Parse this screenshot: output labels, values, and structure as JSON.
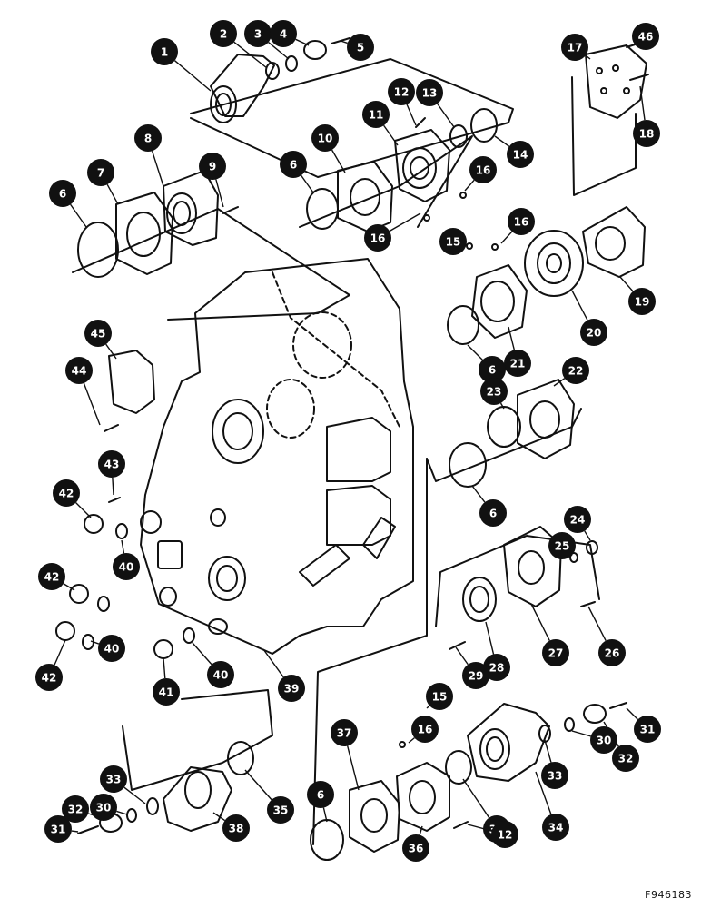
{
  "colors": {
    "ink": "#111111",
    "paper": "#ffffff",
    "callout_fill": "#111111",
    "callout_text": "#ffffff"
  },
  "drawing": {
    "reference_code": "F946183",
    "callouts": [
      {
        "label": "1"
      },
      {
        "label": "2"
      },
      {
        "label": "3"
      },
      {
        "label": "4"
      },
      {
        "label": "5"
      },
      {
        "label": "46"
      },
      {
        "label": "17"
      },
      {
        "label": "18"
      },
      {
        "label": "8"
      },
      {
        "label": "9"
      },
      {
        "label": "7"
      },
      {
        "label": "6"
      },
      {
        "label": "10"
      },
      {
        "label": "6"
      },
      {
        "label": "11"
      },
      {
        "label": "12"
      },
      {
        "label": "13"
      },
      {
        "label": "14"
      },
      {
        "label": "16"
      },
      {
        "label": "16"
      },
      {
        "label": "15"
      },
      {
        "label": "16"
      },
      {
        "label": "19"
      },
      {
        "label": "20"
      },
      {
        "label": "21"
      },
      {
        "label": "6"
      },
      {
        "label": "45"
      },
      {
        "label": "44"
      },
      {
        "label": "43"
      },
      {
        "label": "42"
      },
      {
        "label": "40"
      },
      {
        "label": "42"
      },
      {
        "label": "40"
      },
      {
        "label": "42"
      },
      {
        "label": "41"
      },
      {
        "label": "40"
      },
      {
        "label": "39"
      },
      {
        "label": "22"
      },
      {
        "label": "23"
      },
      {
        "label": "6"
      },
      {
        "label": "24"
      },
      {
        "label": "25"
      },
      {
        "label": "26"
      },
      {
        "label": "27"
      },
      {
        "label": "28"
      },
      {
        "label": "29"
      },
      {
        "label": "15"
      },
      {
        "label": "16"
      },
      {
        "label": "37"
      },
      {
        "label": "31"
      },
      {
        "label": "32"
      },
      {
        "label": "30"
      },
      {
        "label": "33"
      },
      {
        "label": "34"
      },
      {
        "label": "35"
      },
      {
        "label": "6"
      },
      {
        "label": "36"
      },
      {
        "label": "12"
      },
      {
        "label": "33"
      },
      {
        "label": "30"
      },
      {
        "label": "32"
      },
      {
        "label": "31"
      },
      {
        "label": "38"
      },
      {
        "label": "35"
      }
    ]
  }
}
